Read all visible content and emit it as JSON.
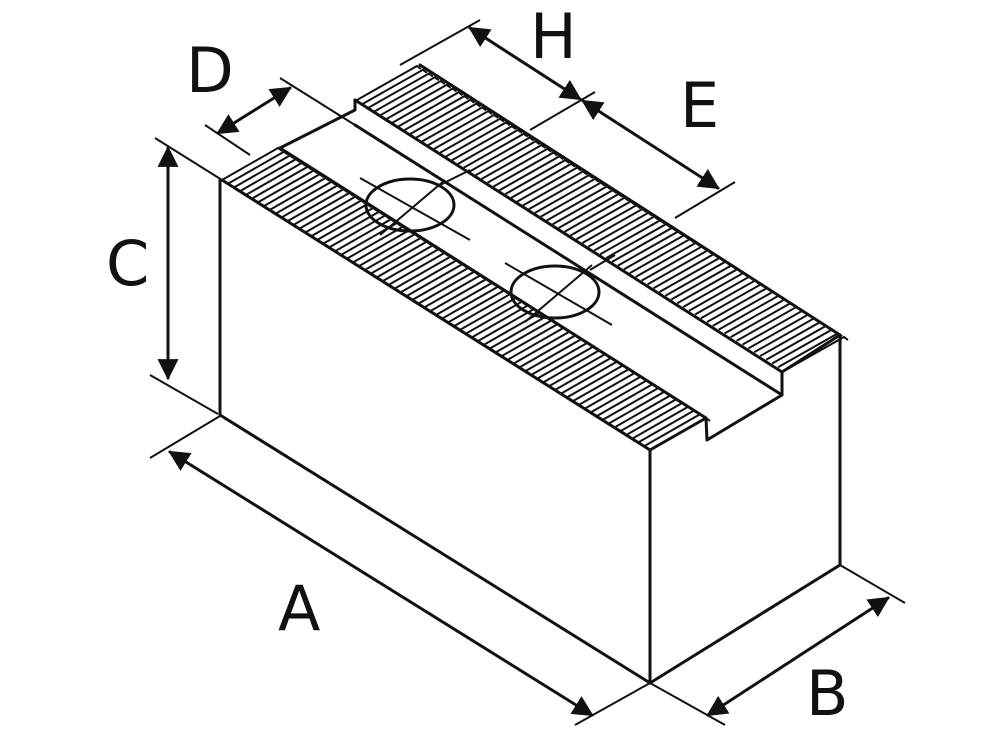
{
  "labels": {
    "A": "A",
    "B": "B",
    "C": "C",
    "D": "D",
    "E": "E",
    "H": "H"
  },
  "colors": {
    "stroke": "#111111",
    "background": "#ffffff"
  }
}
